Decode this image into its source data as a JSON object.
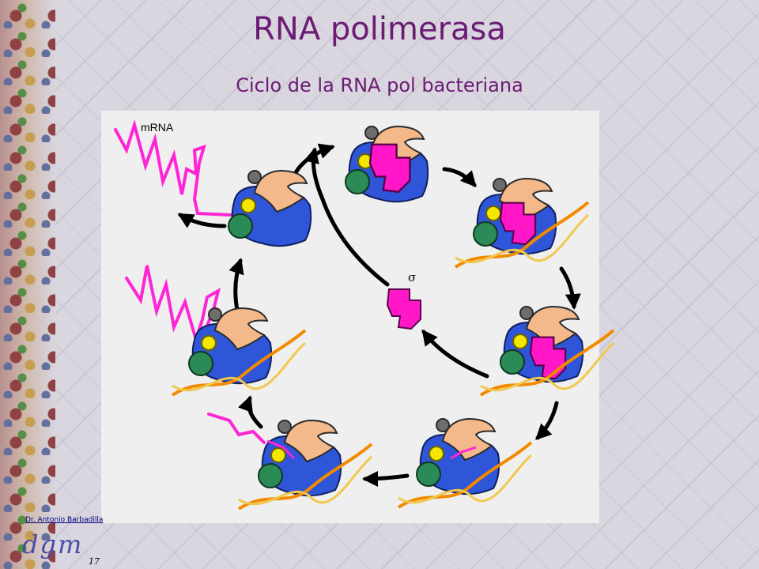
{
  "slide": {
    "title": "RNA polimerasa",
    "subtitle": "Ciclo de la RNA pol bacteriana",
    "author": "Dr. Antonio Barbadilla",
    "logo": "dgm",
    "page_number": "17"
  },
  "diagram": {
    "mrna_label": "mRNA",
    "sigma_label": "σ"
  },
  "colors": {
    "title": "#6b1b73",
    "core_blue": "#2f55d8",
    "jaw_peach": "#f4b98a",
    "sigma_magenta": "#ff17c8",
    "green": "#2b8b57",
    "yellow": "#f3e600",
    "dna_orange": "#f38a00",
    "dna_yellow": "#f1c84b",
    "rna_pink": "#ff25d6",
    "arrow": "#000000"
  }
}
